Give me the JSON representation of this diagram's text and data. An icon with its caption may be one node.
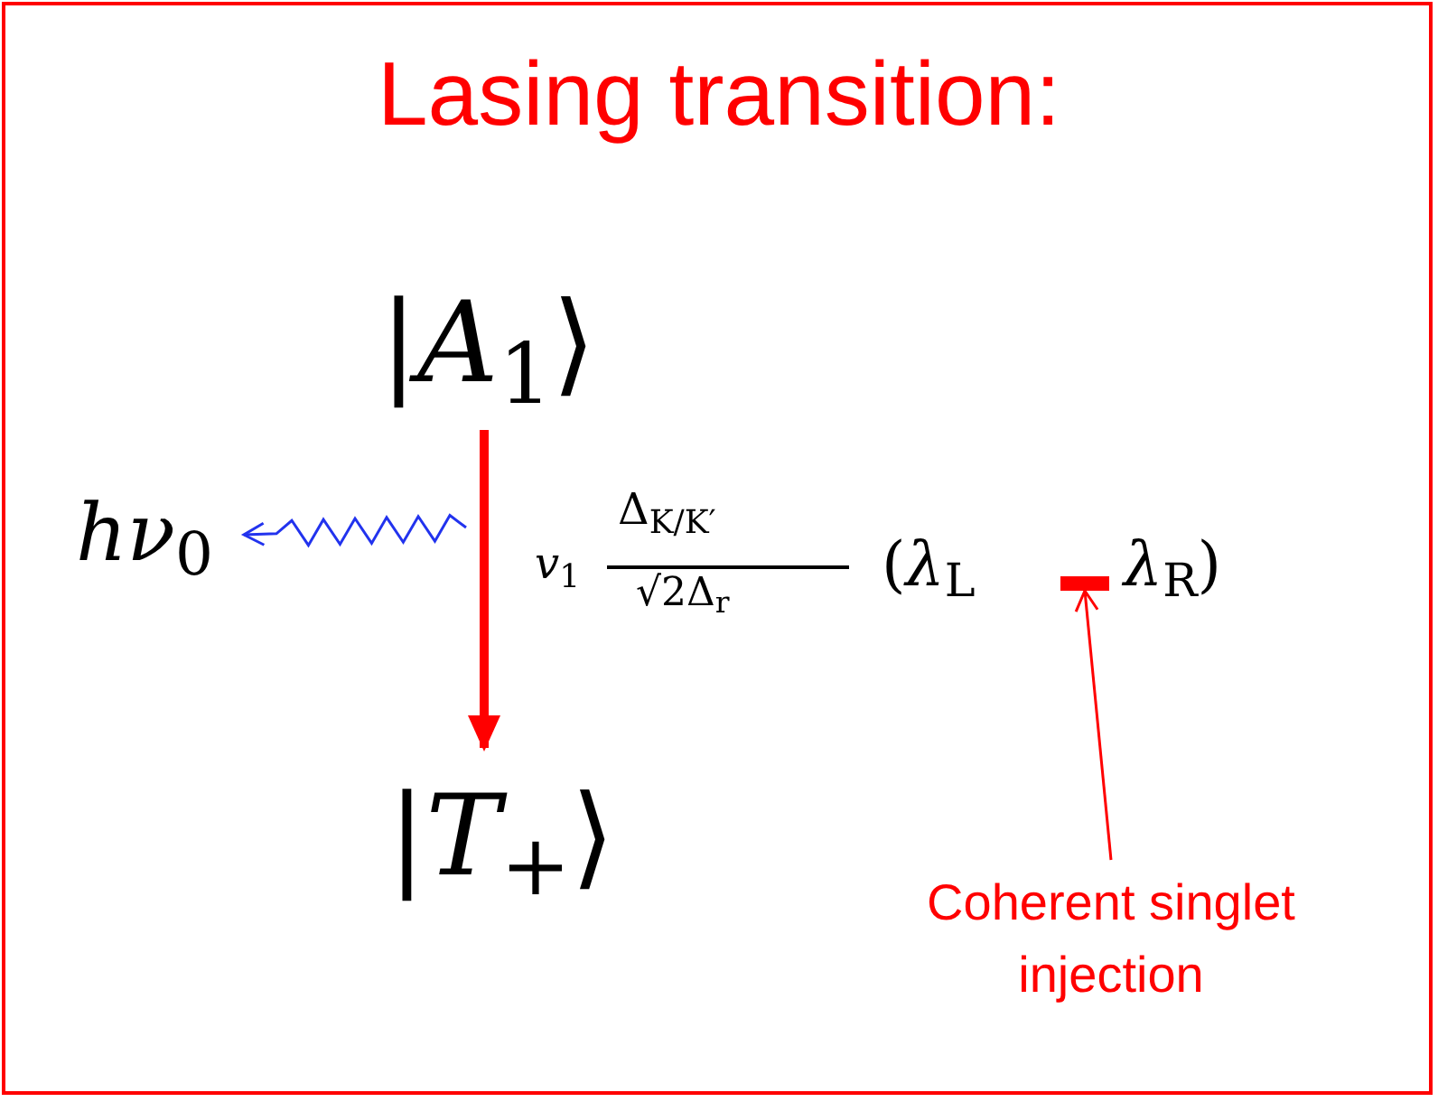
{
  "diagram": {
    "title": "Lasing transition:",
    "nodes": [
      {
        "text": [
          "|*A*$_{1}$⟩"
        ]
      },
      {
        "text": [
          "|*T*$_{+}$⟩"
        ]
      },
      {
        "text": [
          "*hν*$_{0}$"
        ]
      },
      {
        "text": [],
        "shape": "bar"
      },
      {
        "text": [
          "Coherent singlet injection"
        ]
      }
    ],
    "edges": [
      {
        "from": 0,
        "to": 1,
        "arrow": "to",
        "style": "thick"
      },
      {
        "from": null,
        "to": 2,
        "arrow": "to",
        "color": "#2233ee"
      },
      {
        "from": 4,
        "to": 3,
        "arrow": "to"
      }
    ],
    "labels": [
      "*v*$_{1}$",
      "Δ$_{K/K′}$",
      "√2Δ$_{r}$",
      "(*λ*$_{L}$",
      "*λ*$_{R}$)"
    ]
  }
}
